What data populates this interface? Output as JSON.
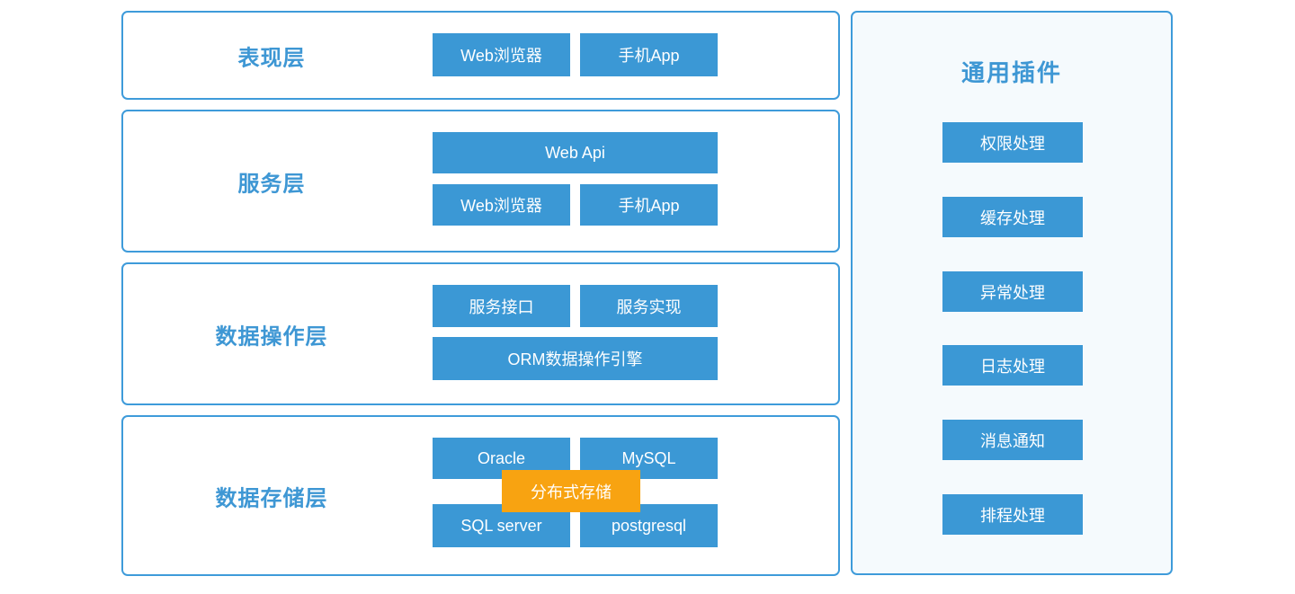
{
  "colors": {
    "node_blue": "#3b98d5",
    "border_blue": "#3e9bda",
    "label_blue": "#3e97d4",
    "overlay_orange": "#f8a311",
    "panel_background": "#f5fafd",
    "node_text": "#ffffff"
  },
  "presentation_layer": {
    "label": "表现层",
    "buttons": [
      "Web浏览器",
      "手机App"
    ]
  },
  "service_layer": {
    "label": "服务层",
    "wide_button": "Web Api",
    "buttons": [
      "Web浏览器",
      "手机App"
    ]
  },
  "data_operation_layer": {
    "label": "数据操作层",
    "buttons": [
      "服务接口",
      "服务实现"
    ],
    "wide_button": "ORM数据操作引擎"
  },
  "data_storage_layer": {
    "label": "数据存储层",
    "top_buttons": [
      "Oracle",
      "MySQL"
    ],
    "bottom_buttons": [
      "SQL server",
      "postgresql"
    ],
    "overlay_button": "分布式存储"
  },
  "plugins_panel": {
    "title": "通用插件",
    "buttons": [
      "权限处理",
      "缓存处理",
      "异常处理",
      "日志处理",
      "消息通知",
      "排程处理"
    ]
  }
}
